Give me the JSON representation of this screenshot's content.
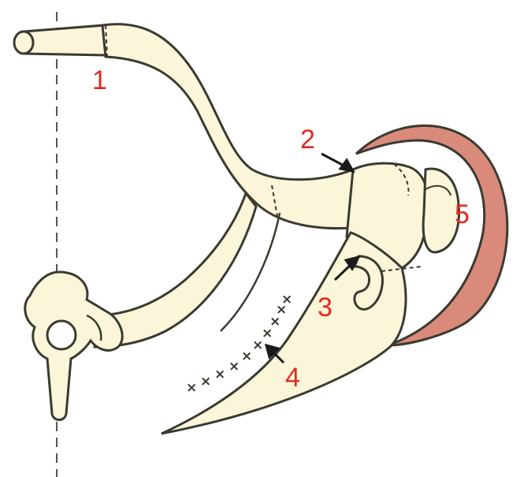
{
  "diagram": {
    "labels": [
      {
        "id": "label-1",
        "text": "1"
      },
      {
        "id": "label-2",
        "text": "2"
      },
      {
        "id": "label-3",
        "text": "3"
      },
      {
        "id": "label-4",
        "text": "4"
      },
      {
        "id": "label-5",
        "text": "5"
      }
    ],
    "incision_marks": [
      "×",
      "×",
      "×",
      "×",
      "×",
      "×",
      "×",
      "×",
      "×",
      "×"
    ],
    "colors": {
      "bone_fill": "#fbf6d9",
      "outline": "#3a3a30",
      "label_red": "#e02a20",
      "pad_fill": "#d98a7a",
      "midline": "#555555"
    }
  }
}
